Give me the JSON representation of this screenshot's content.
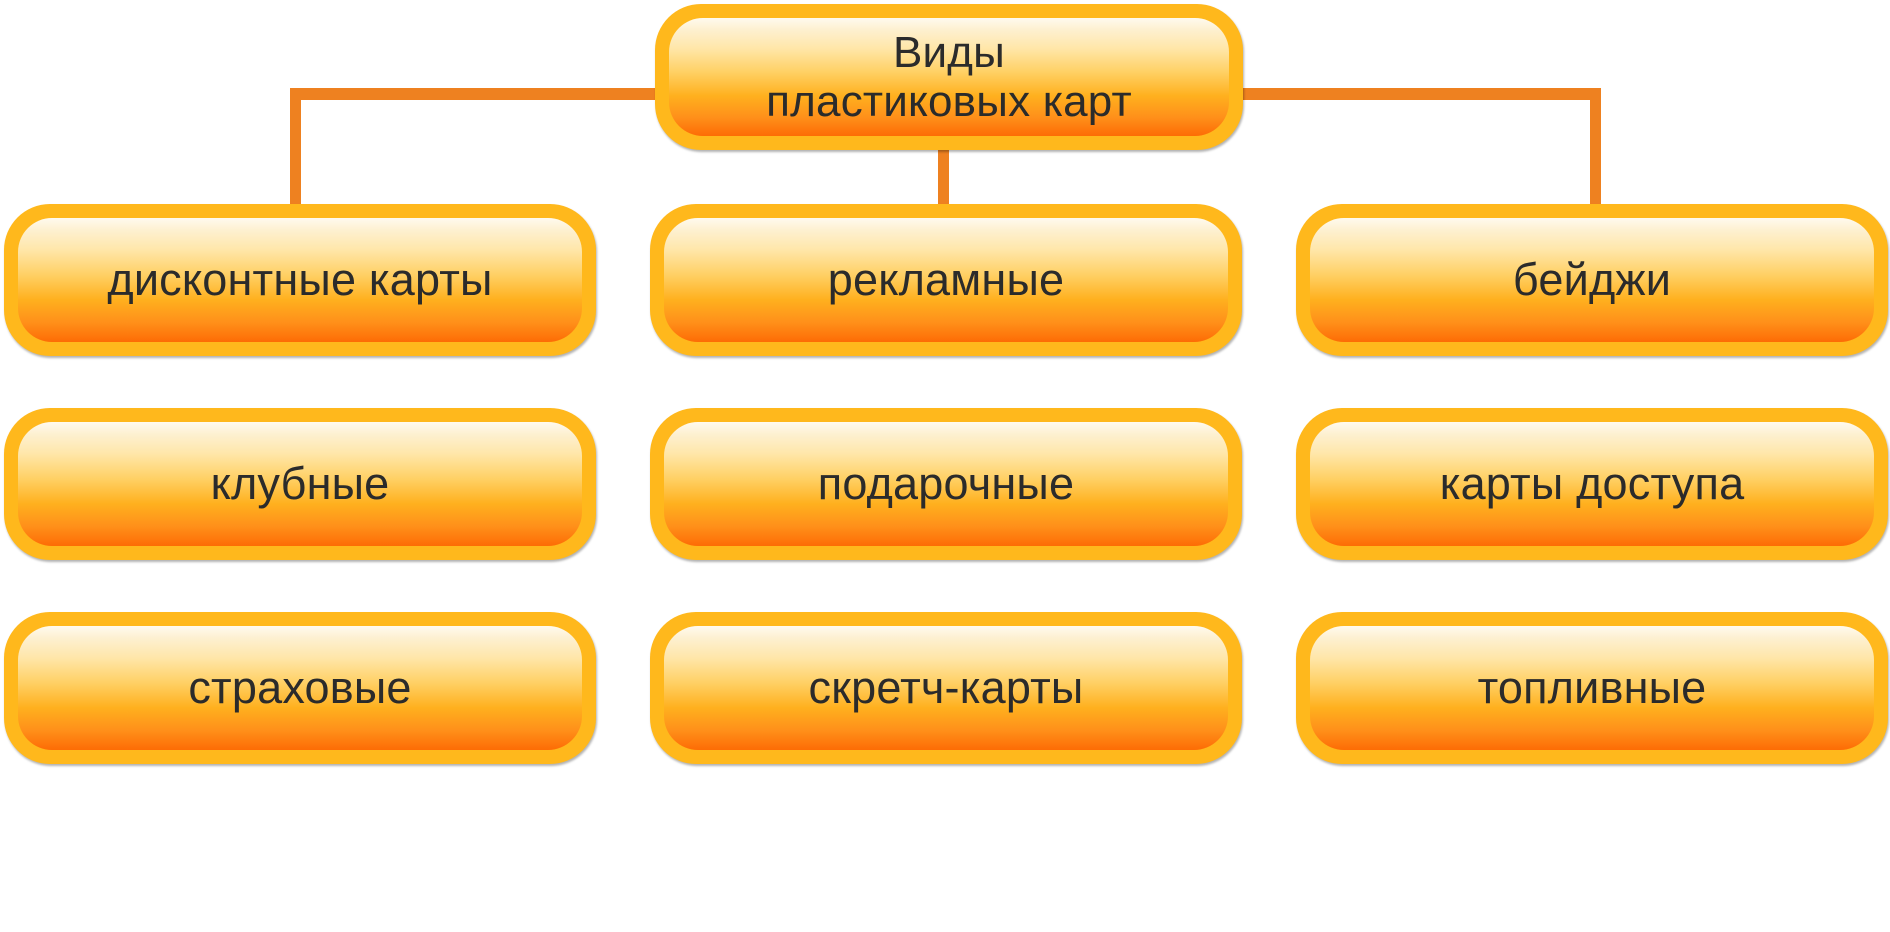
{
  "diagram": {
    "title": "Виды пластиковых карт",
    "type": "tree",
    "colors": {
      "node_border": "#ffb81c",
      "node_fill_top": "#fffaef",
      "node_fill_bottom": "#fd6c05",
      "connector": "#ee8120",
      "text": "#2b2b2b",
      "background": "#ffffff"
    },
    "root": {
      "id": "root",
      "label": "Виды\nпластиковых карт"
    },
    "columns": [
      {
        "id": "column-left",
        "nodes": [
          {
            "id": "discount-cards",
            "label": "дисконтные карты"
          },
          {
            "id": "club-cards",
            "label": "клубные"
          },
          {
            "id": "insurance-cards",
            "label": "страховые"
          }
        ]
      },
      {
        "id": "column-center",
        "nodes": [
          {
            "id": "advertising-cards",
            "label": "рекламные"
          },
          {
            "id": "gift-cards",
            "label": "подарочные"
          },
          {
            "id": "scratch-cards",
            "label": "скретч-карты"
          }
        ]
      },
      {
        "id": "column-right",
        "nodes": [
          {
            "id": "badges",
            "label": "бейджи"
          },
          {
            "id": "access-cards",
            "label": "карты доступа"
          },
          {
            "id": "fuel-cards",
            "label": "топливные"
          }
        ]
      }
    ]
  }
}
